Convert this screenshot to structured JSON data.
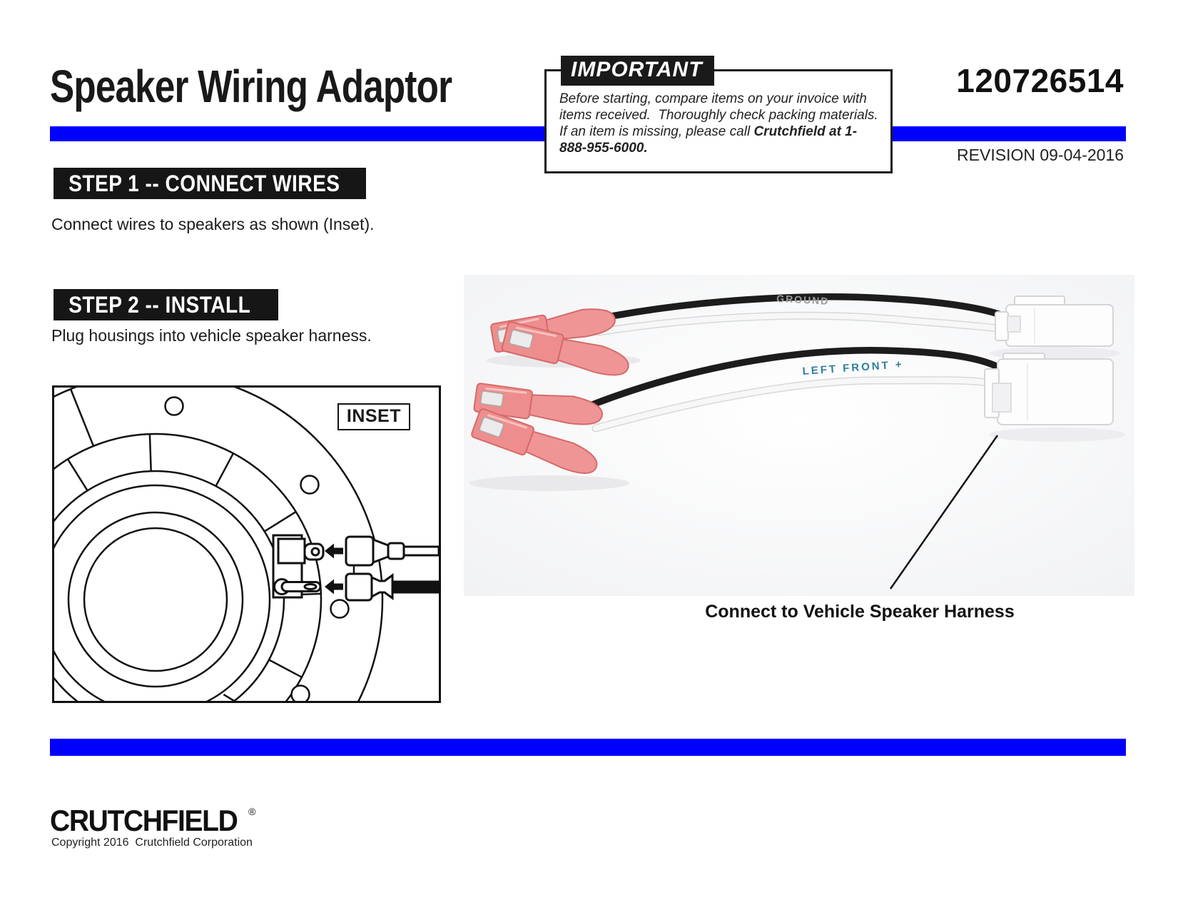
{
  "document": {
    "title": "Speaker Wiring Adaptor",
    "part_number": "120726514",
    "revision": "REVISION 09-04-2016"
  },
  "important_notice": {
    "heading": "IMPORTANT",
    "body": "Before starting, compare items on your invoice with items received.  Thoroughly check packing materials. If an item is missing, please call ",
    "body_bold": "Crutchfield at 1-888-955-6000."
  },
  "steps": [
    {
      "heading": "STEP 1 -- CONNECT WIRES",
      "instruction": "Connect wires to speakers as shown (Inset)."
    },
    {
      "heading": "STEP 2 -- INSTALL",
      "instruction": "Plug housings into vehicle speaker harness."
    }
  ],
  "inset": {
    "label": "INSET"
  },
  "photo": {
    "wire_print_top": "GROUND",
    "wire_print_bottom": "LEFT FRONT +",
    "callout_label": "Connect to Vehicle Speaker Harness"
  },
  "footer": {
    "logo_text": "CRUTCHFIELD",
    "registered_mark": "®",
    "copyright": "Copyright 2016  Crutchfield Corporation"
  },
  "colors": {
    "accent_blue": "#0000FE",
    "bar_black": "#161616",
    "terminal_red": "#ef9595",
    "wire_print_blue": "#2f7e9e"
  }
}
